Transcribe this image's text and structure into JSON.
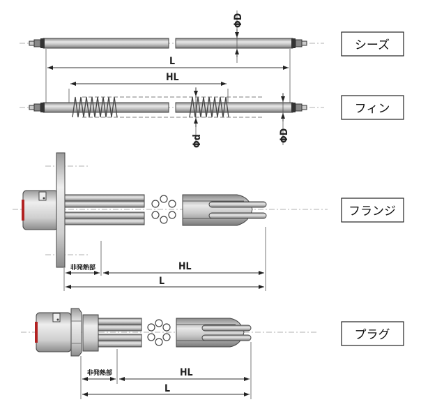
{
  "labels": {
    "sheath": "シーズ",
    "fin": "フィン",
    "flange": "フランジ",
    "plug": "プラグ"
  },
  "dimensions": {
    "L": "L",
    "HL": "HL",
    "phi_D": "ΦD",
    "phi_d": "Φd",
    "non_heating": "非発熱部"
  },
  "colors": {
    "cap_red": "#b22222",
    "tube_gray": "#bdbdbd"
  }
}
